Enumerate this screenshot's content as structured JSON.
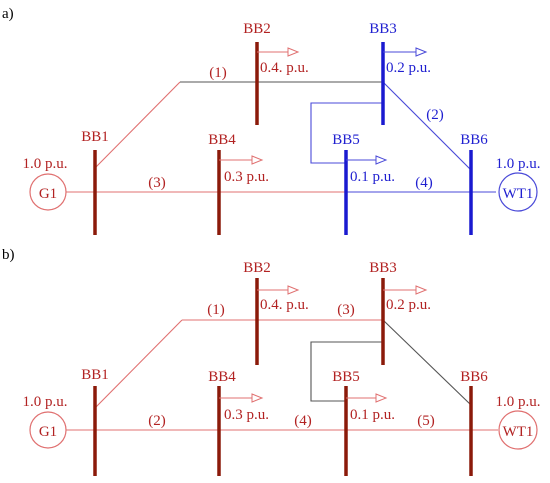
{
  "panel_a": {
    "label": "a)",
    "buses": {
      "bb1": "BB1",
      "bb2": "BB2",
      "bb3": "BB3",
      "bb4": "BB4",
      "bb5": "BB5",
      "bb6": "BB6"
    },
    "loads": {
      "bb2": "0.4. p.u.",
      "bb3": "0.2 p.u.",
      "bb4": "0.3 p.u.",
      "bb5": "0.1 p.u."
    },
    "generators": {
      "g1_label": "G1",
      "g1_output": "1.0 p.u.",
      "wt1_label": "WT1",
      "wt1_output": "1.0 p.u."
    },
    "lines": {
      "l1": "(1)",
      "l2": "(2)",
      "l3": "(3)",
      "l4": "(4)"
    }
  },
  "panel_b": {
    "label": "b)",
    "buses": {
      "bb1": "BB1",
      "bb2": "BB2",
      "bb3": "BB3",
      "bb4": "BB4",
      "bb5": "BB5",
      "bb6": "BB6"
    },
    "loads": {
      "bb2": "0.4. p.u.",
      "bb3": "0.2 p.u.",
      "bb4": "0.3 p.u.",
      "bb5": "0.1 p.u."
    },
    "generators": {
      "g1_label": "G1",
      "g1_output": "1.0 p.u.",
      "wt1_label": "WT1",
      "wt1_output": "1.0 p.u."
    },
    "lines": {
      "l1": "(1)",
      "l2": "(2)",
      "l3": "(3)",
      "l4": "(4)",
      "l5": "(5)"
    }
  },
  "colors": {
    "red_text": "#b22222",
    "blue_text": "#1f1fd0",
    "red_bus": "#8b1a0a",
    "blue_bus": "#1a1ad0",
    "red_line": "#e07070",
    "blue_line": "#4a4ad8"
  }
}
